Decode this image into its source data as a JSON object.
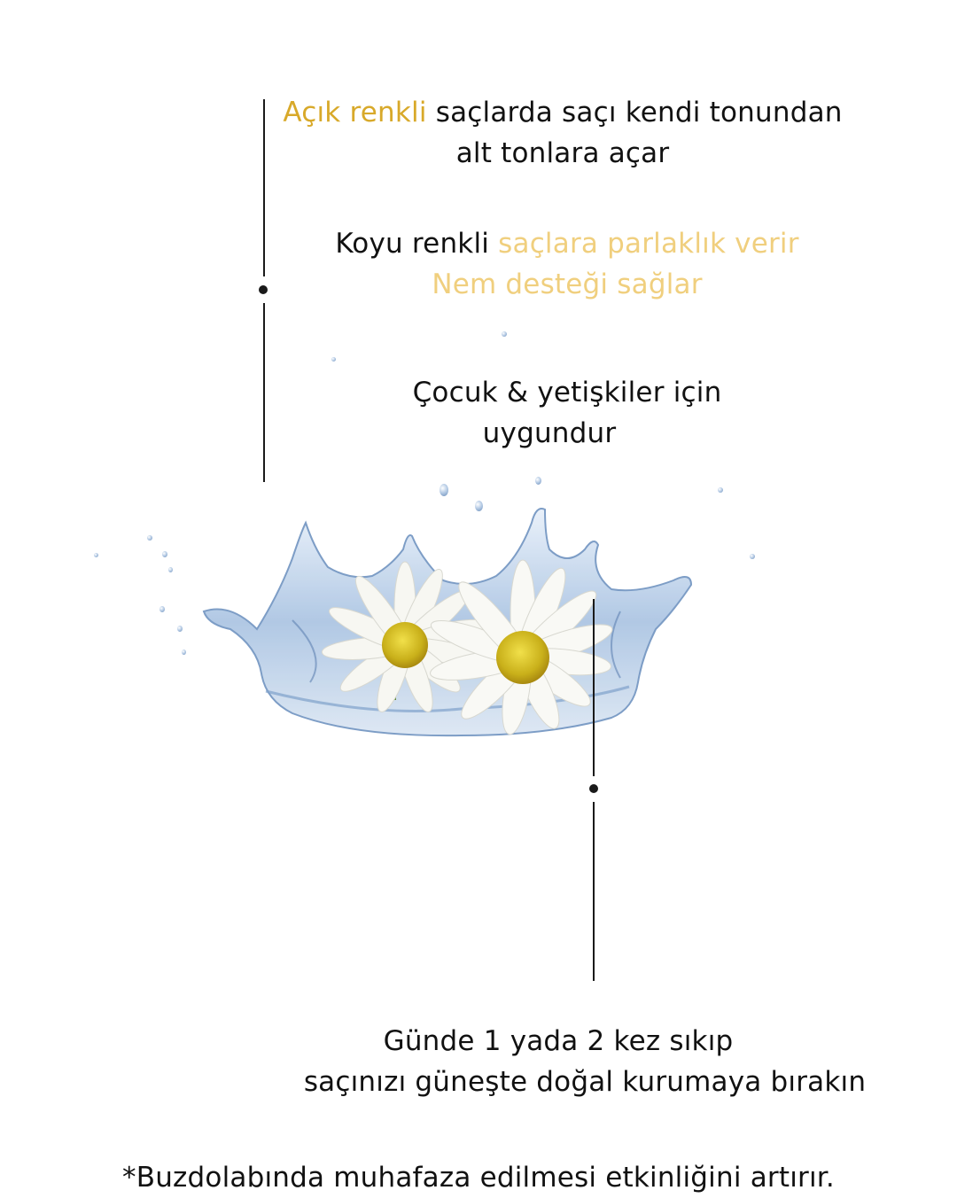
{
  "features": [
    {
      "line1": {
        "highlight": "Açık renkli",
        "rest": " saçlarda saçı kendi tonundan"
      },
      "line2": "alt tonlara açar"
    },
    {
      "line1": {
        "plain": "Koyu renkli ",
        "highlight": "saçlara parlaklık verir"
      },
      "line2": "Nem desteği sağlar"
    },
    {
      "line1": "Çocuk & yetişkiler için",
      "line2": "uygundur"
    }
  ],
  "usage": {
    "line1": "Günde 1 yada 2 kez sıkıp",
    "line2": "saçınızı güneşte doğal kurumaya bırakın"
  },
  "footnote": "*Buzdolabında muhafaza edilmesi etkinliğini artırır.",
  "image": {
    "description": "water-splash-with-daisies",
    "flower_count": 2
  },
  "colors": {
    "accent_dark_gold": "#d8a92a",
    "accent_light_gold": "#f0cf7e",
    "text": "#111111",
    "water": "#8fb0d6",
    "daisy_center": "#d9c21a"
  }
}
